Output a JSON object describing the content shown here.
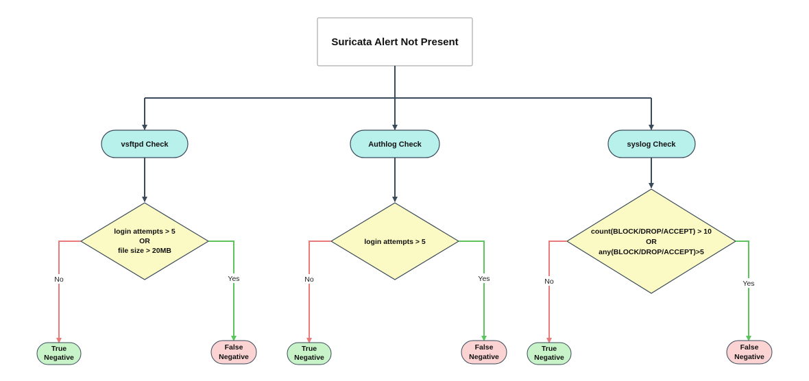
{
  "colors": {
    "connector": "#3a4a5a",
    "no_branch": "#e87a7a",
    "yes_branch": "#5cc45c",
    "check_fill": "#b8f0ec",
    "decision_fill": "#fcfac4",
    "true_negative_fill": "#c8f3c8",
    "false_negative_fill": "#fbd3d3"
  },
  "root": {
    "label": "Suricata Alert Not Present"
  },
  "branches": [
    {
      "check": "vsftpd Check",
      "condition": [
        "login attempts > 5",
        "OR",
        "file size > 20MB"
      ],
      "no_label": "No",
      "yes_label": "Yes",
      "no_outcome": [
        "True",
        "Negative"
      ],
      "yes_outcome": [
        "False",
        "Negative"
      ]
    },
    {
      "check": "Authlog Check",
      "condition": [
        "login attempts > 5"
      ],
      "no_label": "No",
      "yes_label": "Yes",
      "no_outcome": [
        "True",
        "Negative"
      ],
      "yes_outcome": [
        "False",
        "Negative"
      ]
    },
    {
      "check": "syslog Check",
      "condition": [
        "count(BLOCK/DROP/ACCEPT) > 10",
        "OR",
        "any(BLOCK/DROP/ACCEPT)>5"
      ],
      "no_label": "No",
      "yes_label": "Yes",
      "no_outcome": [
        "True",
        "Negative"
      ],
      "yes_outcome": [
        "False",
        "Negative"
      ]
    }
  ]
}
